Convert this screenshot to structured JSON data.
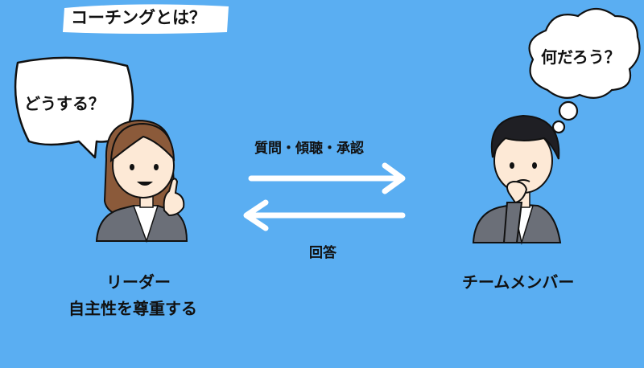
{
  "title": "コーチングとは？",
  "leader": {
    "speech": "どうする？",
    "name": "リーダー",
    "description": "自主性を尊重する"
  },
  "member": {
    "thought": "何だろう？",
    "name": "チームメンバー"
  },
  "arrows": {
    "to_member_label": "質問・傾聴・承認",
    "to_leader_label": "回答"
  },
  "colors": {
    "background": "#5aaef2",
    "jacket": "#6b6f78",
    "leader_hair": "#8b5a3a",
    "member_hair": "#1f1f24",
    "skin": "#fde9d6"
  }
}
